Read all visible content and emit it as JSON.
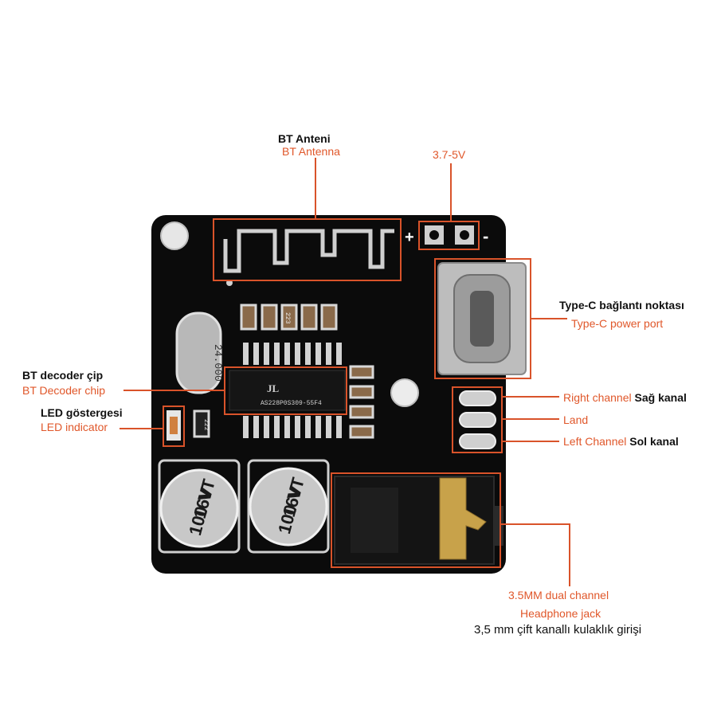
{
  "labels": {
    "antenna": {
      "tr": "BT Anteni",
      "en": "BT Antenna"
    },
    "voltage": "3.7-5V",
    "typec": {
      "tr": "Type-C bağlantı noktası",
      "en": "Type-C power port"
    },
    "decoder": {
      "tr": "BT decoder çip",
      "en": "BT Decoder chip"
    },
    "led": {
      "tr": "LED göstergesi",
      "en": "LED indicator"
    },
    "right_channel": {
      "en": "Right channel",
      "tr": "Sağ kanal"
    },
    "land": "Land",
    "left_channel": {
      "en": "Left Channel",
      "tr": "Sol kanal"
    },
    "jack": {
      "en_line1": "3.5MM dual channel",
      "en_line2": "Headphone jack",
      "tr": "3,5 mm çift kanallı kulaklık girişi"
    }
  },
  "board": {
    "plus_sign": "+",
    "minus_sign": "-",
    "crystal_marking": "24.000",
    "chip_marking": "AS228P0S309-55F4",
    "chip_logo": "JL",
    "small_part_marking": "223",
    "led_part_marking": "222",
    "cap_left": {
      "line1": "100",
      "line2": "16V",
      "line3": "VT"
    },
    "cap_right": {
      "line1": "100",
      "line2": "16V",
      "line3": "VT"
    }
  },
  "colors": {
    "pcb": "#0b0b0b",
    "annotation": "#d9532a",
    "gold": "#c8a24a",
    "silver": "#c9c9c9"
  }
}
